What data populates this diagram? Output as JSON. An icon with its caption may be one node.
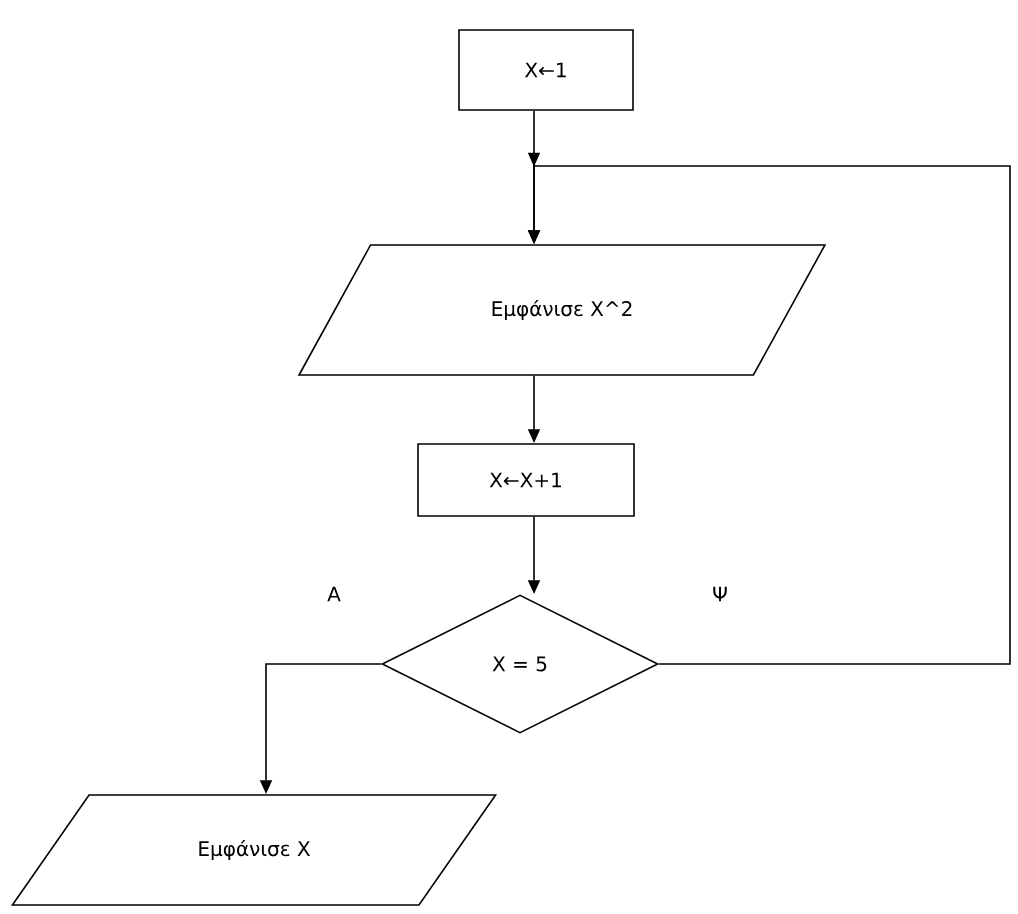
{
  "diagram": {
    "nodes": [
      {
        "text": [
          "X←1"
        ]
      },
      {
        "text": [
          "Εμφάνισε X^2"
        ]
      },
      {
        "text": [
          "X←X+1"
        ]
      },
      {
        "text": [
          "X = 5"
        ]
      },
      {
        "text": [
          "Εμφάνισε X"
        ]
      }
    ],
    "edges": [
      {
        "from": 0,
        "to": 1,
        "arrow": "to"
      },
      {
        "from": 1,
        "to": 2,
        "arrow": "to"
      },
      {
        "from": 2,
        "to": 3,
        "arrow": "to"
      },
      {
        "from": 3,
        "to": 4,
        "arrow": "to",
        "label": "Α"
      },
      {
        "from": 3,
        "to": 1,
        "arrow": "to",
        "label": "Ψ"
      }
    ]
  }
}
